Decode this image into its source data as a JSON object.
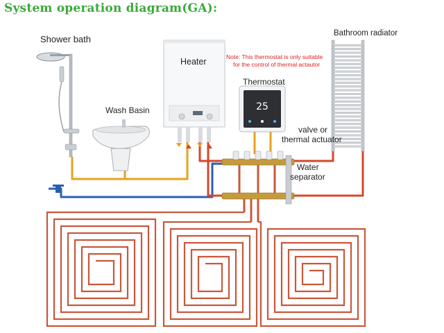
{
  "title": "System operation diagram(GA):",
  "labels": {
    "shower_bath": "Shower bath",
    "wash_basin": "Wash Basin",
    "heater": "Heater",
    "thermostat": "Thermostat",
    "bathroom_radiator": "Bathroom radiator",
    "valve_line1": "valve or",
    "valve_line2": "thermal actuator",
    "water_line1": "Water",
    "water_line2": "separator"
  },
  "note": {
    "line1": "Note: This thermostat is only suitable",
    "line2": "for the control of thermal actautor"
  },
  "thermostat_display": "25",
  "colors": {
    "title": "#3aa93a",
    "note": "#e02020",
    "hot_pipe": "#d9452a",
    "cold_pipe": "#2a5fb0",
    "warm_pipe": "#e5a21d",
    "heating_loop": "#c9573a"
  }
}
